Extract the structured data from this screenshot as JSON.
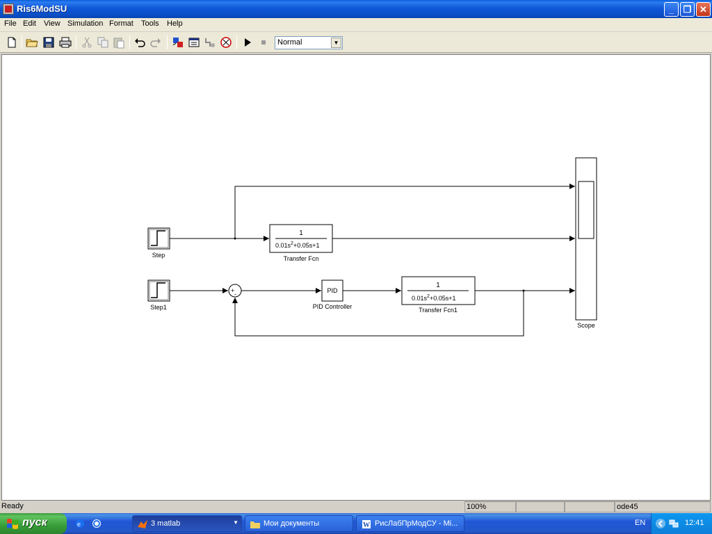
{
  "window": {
    "title": "Ris6ModSU"
  },
  "menu": [
    "File",
    "Edit",
    "View",
    "Simulation",
    "Format",
    "Tools",
    "Help"
  ],
  "toolbar": {
    "sim_mode": "Normal"
  },
  "blocks": {
    "step": "Step",
    "step1": "Step1",
    "tf_num": "1",
    "tf_den_a": "0.01s",
    "tf_den_exp": "2",
    "tf_den_b": "+0.05s+1",
    "tf_label": "Transfer Fcn",
    "tf1_num": "1",
    "tf1_den_a": "0.01s",
    "tf1_den_exp": "2",
    "tf1_den_b": "+0.05s+1",
    "tf1_label": "Transfer Fcn1",
    "pid_text": "PID",
    "pid_label": "PID Controller",
    "sum_plus": "+",
    "sum_minus": "-",
    "scope_label": "Scope"
  },
  "status": {
    "state": "Ready",
    "zoom": "100%",
    "solver": "ode45"
  },
  "taskbar": {
    "start": "пуск",
    "tasks": [
      "3 matlab",
      "Мои документы",
      "РисЛабПрМодСУ - Mi..."
    ],
    "lang": "EN",
    "clock": "12:41"
  },
  "colors": {
    "title_bar": "#0a5ddc",
    "taskbar": "#2157d7",
    "start": "#3c9a3c"
  }
}
